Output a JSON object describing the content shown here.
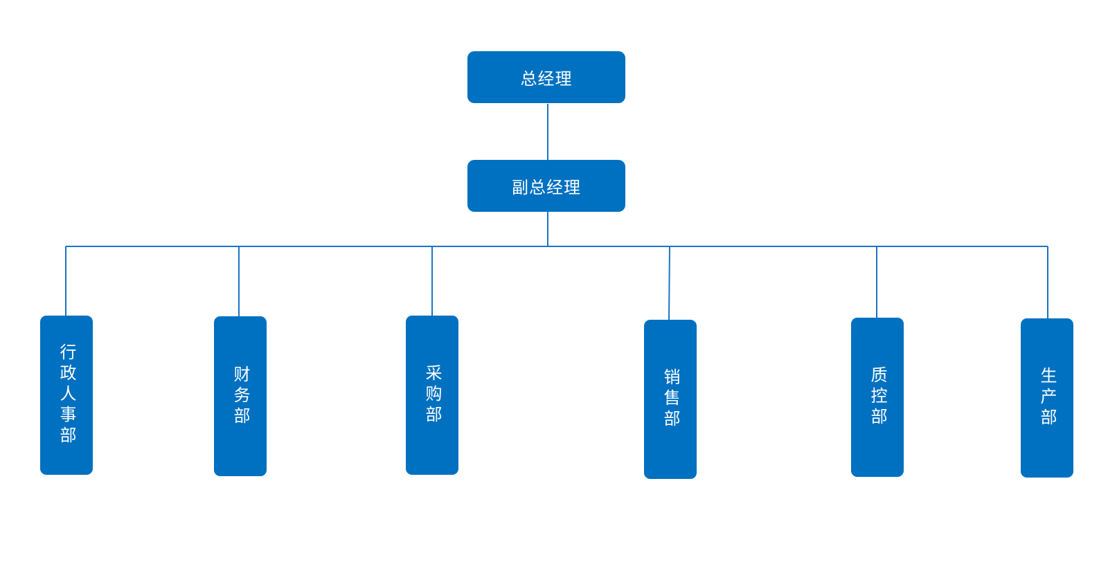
{
  "org_chart": {
    "top": {
      "label": "总经理"
    },
    "deputy": {
      "label": "副总经理"
    },
    "departments": [
      {
        "label": "行政人事部"
      },
      {
        "label": "财务部"
      },
      {
        "label": "采购部"
      },
      {
        "label": "销售部"
      },
      {
        "label": "质控部"
      },
      {
        "label": "生产部"
      }
    ]
  },
  "colors": {
    "box_fill": "#0070c0",
    "box_text": "#ffffff",
    "connector": "#0070c0"
  }
}
